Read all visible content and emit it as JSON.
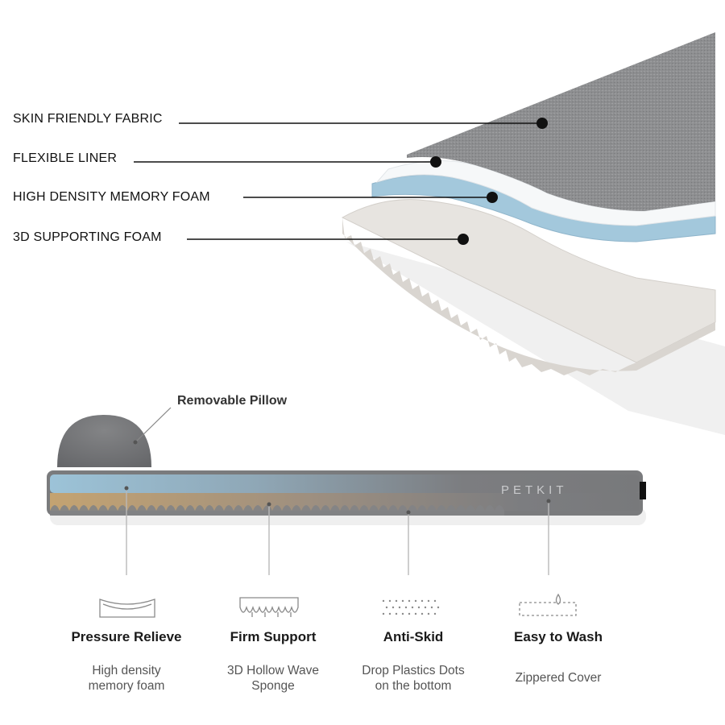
{
  "layers": [
    {
      "label": "SKIN FRIENDLY FABRIC"
    },
    {
      "label": "FLEXIBLE LINER"
    },
    {
      "label": "HIGH DENSITY MEMORY FOAM"
    },
    {
      "label": "3D SUPPORTING FOAM"
    }
  ],
  "pillow_callout": "Removable Pillow",
  "brand": "PETKIT",
  "features": [
    {
      "icon": "pressure-relieve-icon",
      "title": "Pressure Relieve",
      "desc_line1": "High density",
      "desc_line2": "memory foam"
    },
    {
      "icon": "firm-support-icon",
      "title": "Firm Support",
      "desc_line1": "3D Hollow Wave",
      "desc_line2": "Sponge"
    },
    {
      "icon": "anti-skid-icon",
      "title": "Anti-Skid",
      "desc_line1": "Drop Plastics Dots",
      "desc_line2": "on the bottom"
    },
    {
      "icon": "easy-wash-icon",
      "title": "Easy to Wash",
      "desc_line1": "Zippered Cover",
      "desc_line2": ""
    }
  ],
  "colors": {
    "fabric": "#8e8f90",
    "liner": "#f4f6f7",
    "memory_foam": "#9cc3d8",
    "support_foam": "#e6e3df",
    "wave_foam": "#c7a574",
    "cover_gray": "#7b7c7e"
  }
}
